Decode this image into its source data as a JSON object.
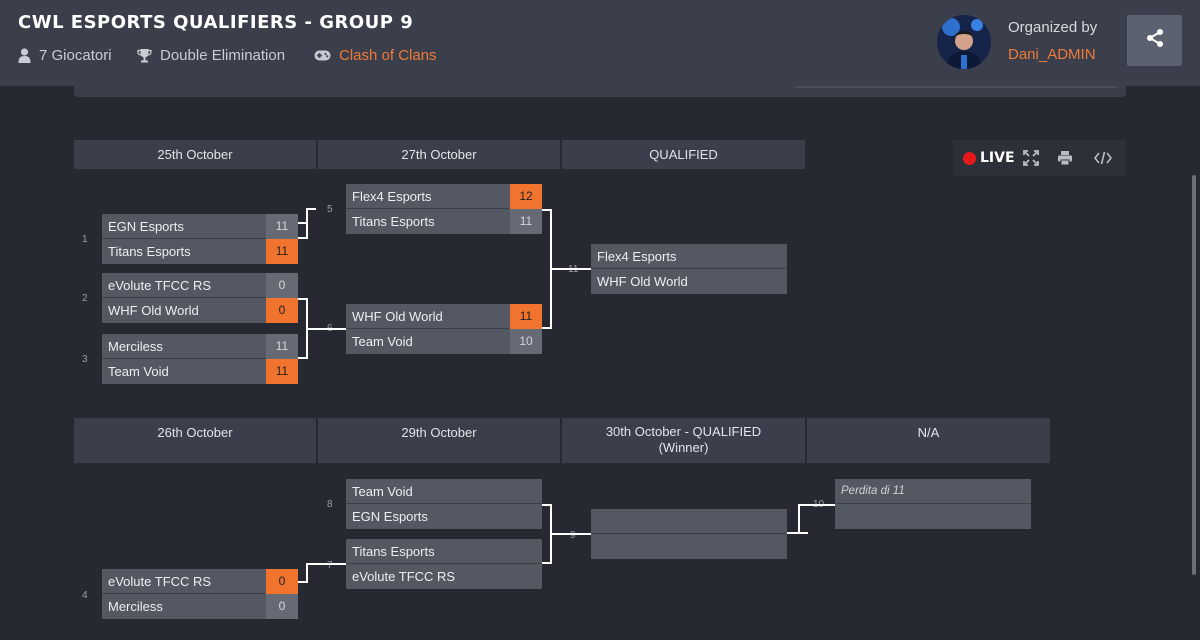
{
  "header": {
    "title": "CWL ESPORTS QUALIFIERS - GROUP 9",
    "players": "7 Giocatori",
    "format": "Double Elimination",
    "game": "Clash of Clans",
    "organized_by_label": "Organized by",
    "organizer": "Dani_ADMIN"
  },
  "toolbar": {
    "live_label": "LIVE"
  },
  "colors": {
    "accent": "#f07a38",
    "live_red": "#e41a1a",
    "header_bg": "#3a3f4b",
    "page_bg": "#262931"
  },
  "winners_bracket": {
    "rounds": [
      "25th October",
      "27th October",
      "QUALIFIED"
    ],
    "matches": [
      {
        "num": "1",
        "teams": [
          {
            "name": "EGN Esports",
            "score": "11"
          },
          {
            "name": "Titans Esports",
            "score": "11"
          }
        ]
      },
      {
        "num": "2",
        "teams": [
          {
            "name": "eVolute TFCC RS",
            "score": "0"
          },
          {
            "name": "WHF Old World",
            "score": "0"
          }
        ]
      },
      {
        "num": "3",
        "teams": [
          {
            "name": "Merciless",
            "score": "11"
          },
          {
            "name": "Team Void",
            "score": "11"
          }
        ]
      },
      {
        "num": "5",
        "teams": [
          {
            "name": "Flex4 Esports",
            "score": "12"
          },
          {
            "name": "Titans Esports",
            "score": "11"
          }
        ]
      },
      {
        "num": "6",
        "teams": [
          {
            "name": "WHF Old World",
            "score": "11"
          },
          {
            "name": "Team Void",
            "score": "10"
          }
        ]
      },
      {
        "num": "11",
        "teams": [
          {
            "name": "Flex4 Esports",
            "score": ""
          },
          {
            "name": "WHF Old World",
            "score": ""
          }
        ]
      }
    ]
  },
  "losers_bracket": {
    "rounds": [
      "26th October",
      "29th October",
      "30th October - QUALIFIED",
      "(Winner)",
      "N/A"
    ],
    "matches": [
      {
        "num": "4",
        "teams": [
          {
            "name": "eVolute TFCC RS",
            "score": "0"
          },
          {
            "name": "Merciless",
            "score": "0"
          }
        ]
      },
      {
        "num": "8",
        "teams": [
          {
            "name": "Team Void",
            "score": ""
          },
          {
            "name": "EGN Esports",
            "score": ""
          }
        ]
      },
      {
        "num": "7",
        "teams": [
          {
            "name": "Titans Esports",
            "score": ""
          },
          {
            "name": "eVolute TFCC RS",
            "score": ""
          }
        ]
      },
      {
        "num": "9",
        "teams": [
          {
            "name": "",
            "score": ""
          },
          {
            "name": "",
            "score": ""
          }
        ]
      },
      {
        "num": "10",
        "teams": [
          {
            "name": "Perdita di 11",
            "score": ""
          },
          {
            "name": "",
            "score": ""
          }
        ]
      }
    ]
  }
}
